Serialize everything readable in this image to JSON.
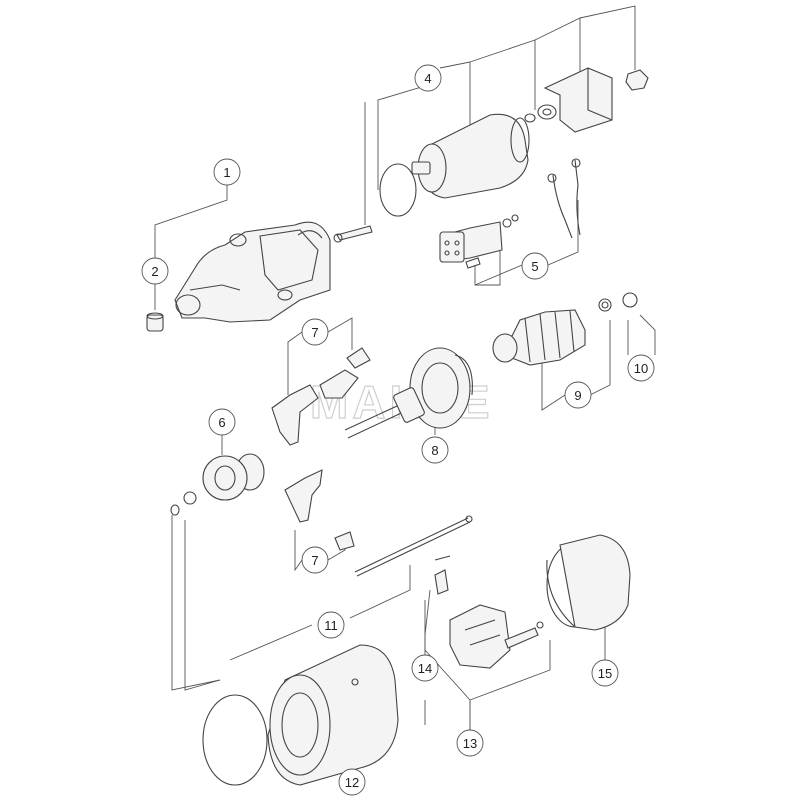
{
  "callouts": [
    "1",
    "2",
    "4",
    "5",
    "6",
    "7",
    "7",
    "8",
    "9",
    "10",
    "11",
    "12",
    "13",
    "14",
    "15"
  ],
  "watermark": "MAHLE"
}
